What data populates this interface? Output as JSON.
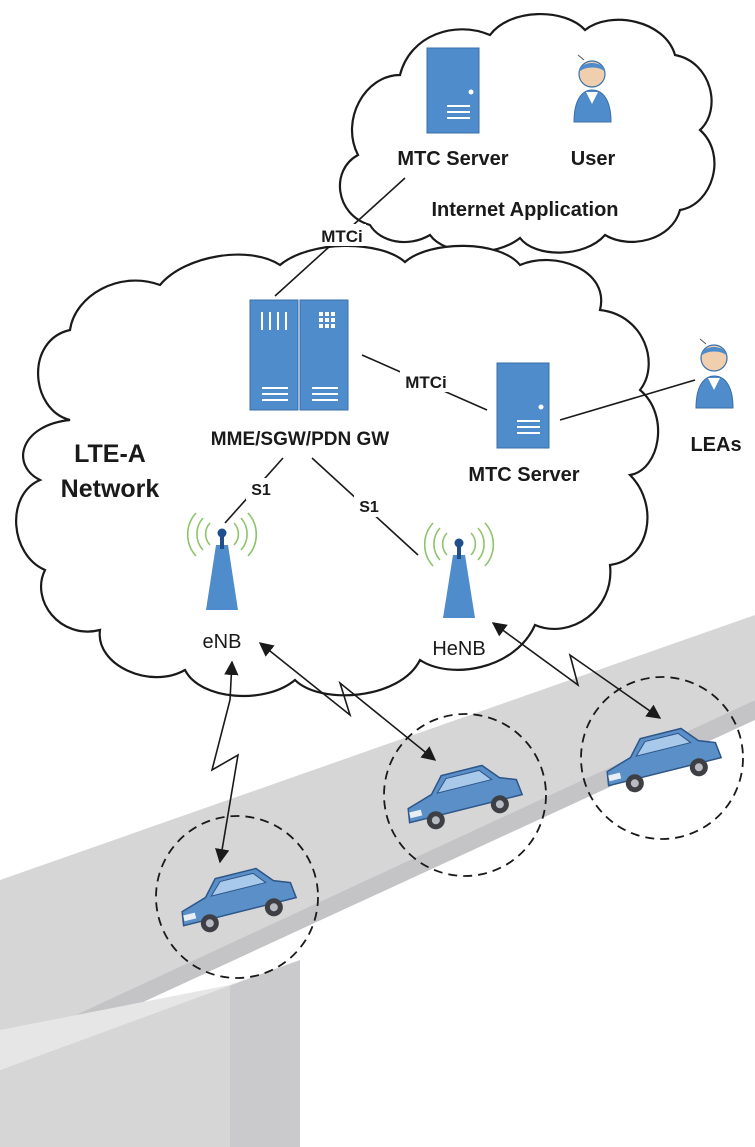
{
  "labels": {
    "mtc_server_top": "MTC Server",
    "user": "User",
    "internet_application": "Internet Application",
    "mtci_top": "MTCi",
    "mme_gw": "MME/SGW/PDN GW",
    "mtci_mid": "MTCi",
    "mtc_server_mid": "MTC Server",
    "leas": "LEAs",
    "lte_network_line1": "LTE-A",
    "lte_network_line2": "Network",
    "s1_left": "S1",
    "s1_right": "S1",
    "enb": "eNB",
    "henb": "HeNB"
  },
  "colors": {
    "device_blue": "#4f8ccb",
    "car_blue": "#5b8fc8",
    "road_gray": "#d6d6d7",
    "antenna_wave": "#8cc46a",
    "line": "#1a1a1a"
  }
}
